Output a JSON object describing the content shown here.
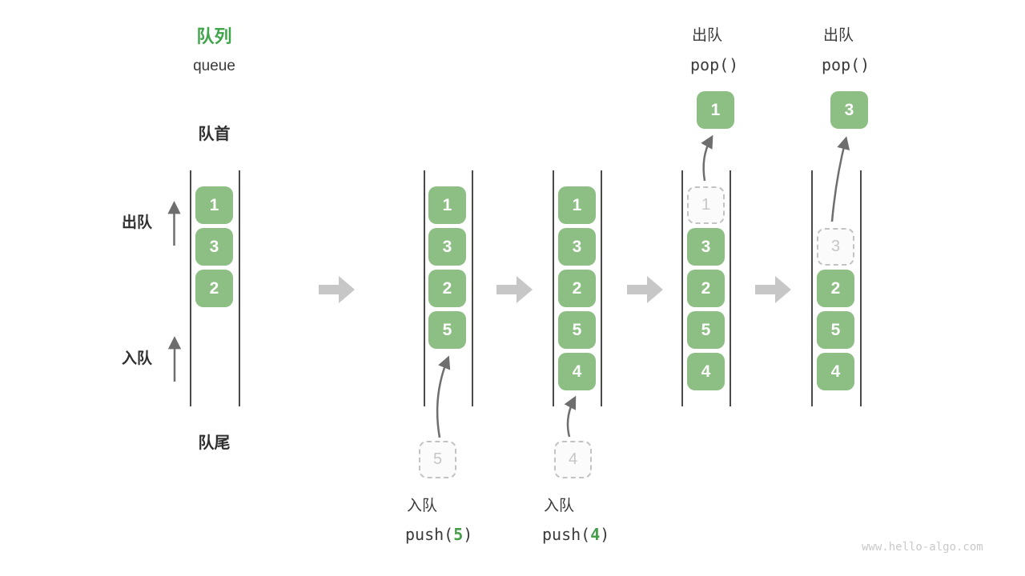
{
  "title": {
    "zh": "队列",
    "en": "queue"
  },
  "labels": {
    "front": "队首",
    "rear": "队尾",
    "dequeue": "出队",
    "enqueue": "入队"
  },
  "watermark": "www.hello-algo.com",
  "colors": {
    "box": "#8dbe83",
    "title": "#3fa44a",
    "code_arg": "#469e4b",
    "line": "#4a4a4a",
    "thin_arrow": "#6e6e6e",
    "block_arrow": "#c7c7c7",
    "ghost": "#c6c6c6"
  },
  "states": [
    {
      "name": "initial",
      "boxes": [
        "1",
        "3",
        "2"
      ]
    },
    {
      "name": "after-push-5",
      "boxes": [
        "1",
        "3",
        "2",
        "5"
      ],
      "incoming": "5",
      "op_label": "入队",
      "code_prefix": "push(",
      "code_arg": "5",
      "code_suffix": ")"
    },
    {
      "name": "after-push-4",
      "boxes": [
        "1",
        "3",
        "2",
        "5",
        "4"
      ],
      "incoming": "4",
      "op_label": "入队",
      "code_prefix": "push(",
      "code_arg": "4",
      "code_suffix": ")"
    },
    {
      "name": "pop-1",
      "ghost": "1",
      "boxes": [
        "3",
        "2",
        "5",
        "4"
      ],
      "popped": "1",
      "op_label": "出队",
      "code": "pop()"
    },
    {
      "name": "pop-3",
      "ghost": "3",
      "boxes": [
        "2",
        "5",
        "4"
      ],
      "popped": "3",
      "op_label": "出队",
      "code": "pop()"
    }
  ]
}
